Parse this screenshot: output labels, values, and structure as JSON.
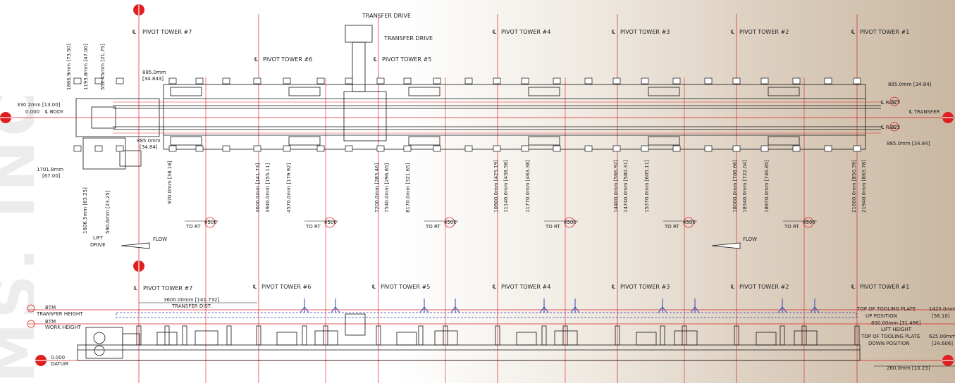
{
  "brand": {
    "watermark": "MS, INC"
  },
  "colors": {
    "centerline": "#e02020",
    "drawing": "#111111",
    "blue": "#3344aa"
  },
  "top_view": {
    "pivot_towers": [
      {
        "label": "PIVOT TOWER #7",
        "cl": "℄"
      },
      {
        "label": "PIVOT TOWER #6",
        "cl": "℄"
      },
      {
        "label": "PIVOT TOWER #5",
        "cl": "℄"
      },
      {
        "label": "PIVOT TOWER #4",
        "cl": "℄"
      },
      {
        "label": "PIVOT TOWER #3",
        "cl": "℄"
      },
      {
        "label": "PIVOT TOWER #2",
        "cl": "℄"
      },
      {
        "label": "PIVOT TOWER #1",
        "cl": "℄"
      }
    ],
    "transfer_drive_top": "TRANSFER DRIVE",
    "transfer_drive_2": "TRANSFER DRIVE",
    "dims_left": {
      "d1866": "1866.9mm [73.50]",
      "d1193": "1193.8mm [47.00]",
      "d552": "552.45mm [21.75]",
      "d330": "330.2mm [13.00]",
      "zero": "0.000",
      "body": "℄ BODY",
      "d885a": "885.0mm",
      "d885a2": "[34.843]",
      "d885b": "885.0mm",
      "d885b2": "[34.84]",
      "d1701": "1701.8mm",
      "d1701b": "[67.00]",
      "d1606": "1606.5mm [63.25]",
      "d590": "590.6mm [23.25]",
      "d970": "970.0mm [38.18]",
      "lift": "LIFT",
      "drive": "DRIVE"
    },
    "stations": [
      "3600.0mm [141.73]",
      "3940.0mm [155.11]",
      "4570.0mm [179.92]",
      "7200.0mm [283.46]",
      "7540.0mm [296.85]",
      "8170.0mm [321.65]",
      "10800.0mm [425.19]",
      "11140.0mm [438.58]",
      "11770.0mm [463.38]",
      "14400.0mm [566.92]",
      "14740.0mm [580.31]",
      "15370.0mm [605.11]",
      "18000.0mm [708.66]",
      "18340.0mm [722.04]",
      "18970.0mm [746.85]",
      "21600.0mm [850.39]",
      "21940.0mm [863.78]"
    ],
    "to_rt": "TO RT",
    "rt_value": "4500",
    "flow": "FLOW",
    "right": {
      "d885_top": "885.0mm [34.84]",
      "rail_top": "℄ RAIL",
      "rail_top_val": "375",
      "transfer": "℄ TRANSFER",
      "rail_bot": "℄ RAIL",
      "rail_bot_val": "375",
      "d885_bot": "885.0mm [34.84]"
    }
  },
  "side_view": {
    "transfer_dist": "3600.00mm [141.732]",
    "transfer_dist_label": "TRANSFER DIST.",
    "btm_transfer_1": "BTM",
    "btm_transfer_2": "TRANSFER HEIGHT",
    "btm_work_1": "BTM",
    "btm_work_2": "WORK HEIGHT",
    "datum_val": "0.000",
    "datum": "DATUM",
    "right": {
      "tooling_up": "TOP OF TOOLING PLATE",
      "up_position": "UP POSITION",
      "d1425": "1425.0mm",
      "d1425b": "[56.10]",
      "d800": "800.00mm [31.496]",
      "lift_height": "LIFT HEIGHT",
      "tooling_down": "TOP OF TOOLING PLATE",
      "down_position": "DOWN POSITION",
      "d625": "625.00mm",
      "d625b": "[24.606]",
      "d260": "260.0mm [10.23]"
    }
  }
}
